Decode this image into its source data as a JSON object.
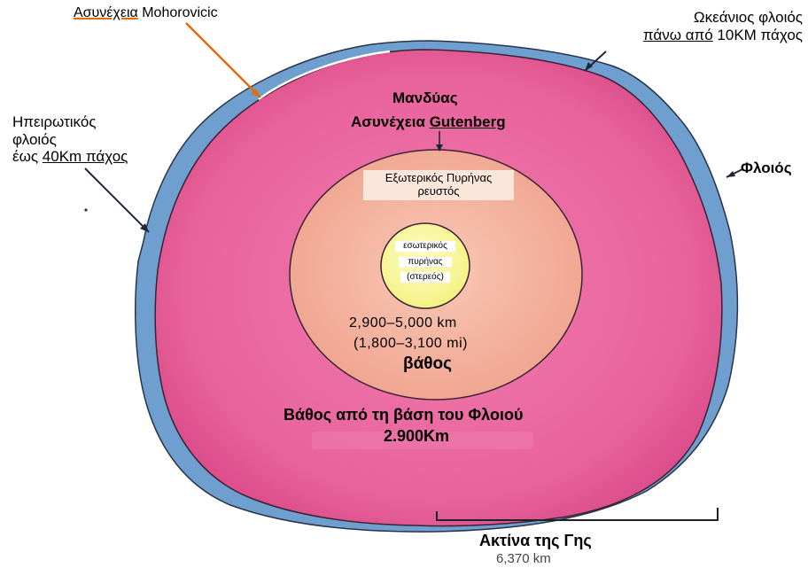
{
  "labels": {
    "moho_prefix": "Ασυνέχεια",
    "moho_name": "Mohorovicic",
    "oceanic_line1": "Ωκεάνιος φλοιός",
    "oceanic_line2_prefix": "πάνω από",
    "oceanic_line2_suffix": " 10KM πάχος",
    "continental_line1": "Ηπειρωτικός",
    "continental_line2": "φλοιός",
    "continental_line3_prefix": "έως ",
    "continental_line3_thickness": "40Km πάχος",
    "crust": "Φλοιός",
    "mantle": "Μανδύας",
    "gutenberg_prefix": "Ασυνέχεια ",
    "gutenberg_name": "Gutenberg",
    "outer_core_line1": "Εξωτερικός Πυρήνας",
    "outer_core_line2": "ρευστός",
    "inner_core_line1": "εσωτερικός",
    "inner_core_line2": "πυρήνας",
    "inner_core_line3": "(στερεός)",
    "outer_depth_km": "2,900–5,000 km",
    "outer_depth_mi": "(1,800–3,100 mi)",
    "depth_word": "βάθος",
    "mantle_depth_line1": "Βάθος από τη βάση του Φλοιού",
    "mantle_depth_line2": "2.900Km",
    "radius_label": "Ακτίνα της Γης",
    "radius_value": "6,370 km"
  },
  "colors": {
    "crust": "#6e9fcf",
    "mantle": "#e86098",
    "outer_core": "#f3b29e",
    "inner_core": "#fafa9c",
    "arrow_orange": "#e36c0a",
    "outline": "#2a3348"
  }
}
